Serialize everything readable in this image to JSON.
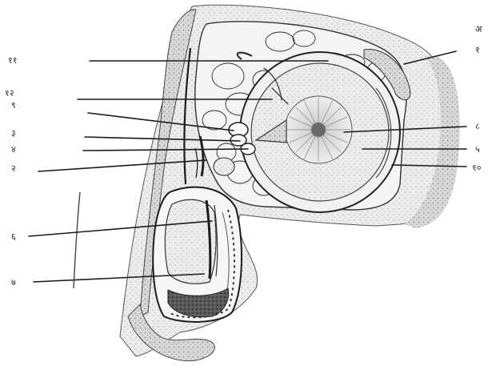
{
  "figure": {
    "corner_mark": "अ",
    "left_labels": [
      "११",
      "१२",
      "९",
      "३",
      "४",
      "२",
      "६",
      "७"
    ],
    "right_labels": [
      "१",
      "८",
      "५",
      "१०"
    ]
  }
}
